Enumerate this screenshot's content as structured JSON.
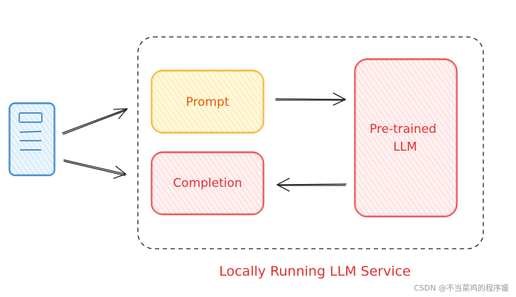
{
  "diagram": {
    "prompt_label": "Prompt",
    "completion_label": "Completion",
    "model_label_line1": "Pre-trained",
    "model_label_line2": "LLM",
    "service_caption": "Locally Running LLM Service",
    "watermark": "CSDN @不当菜鸡的程序媛"
  },
  "colors": {
    "prompt_border": "#f0a71a",
    "prompt_fill": "#fdf3c4",
    "prompt_text": "#e8590c",
    "completion_border": "#e03131",
    "completion_fill": "#fde5e5",
    "completion_text": "#e03131",
    "model_border": "#e03131",
    "model_fill": "#fde5e5",
    "model_text": "#e03131",
    "doc_border": "#1971c2",
    "doc_fill": "#d6ebfb",
    "caption_text": "#e03131",
    "container_border": "#1e1e1e",
    "arrow": "#1e1e1e"
  },
  "icons": {
    "client": "document-icon"
  }
}
